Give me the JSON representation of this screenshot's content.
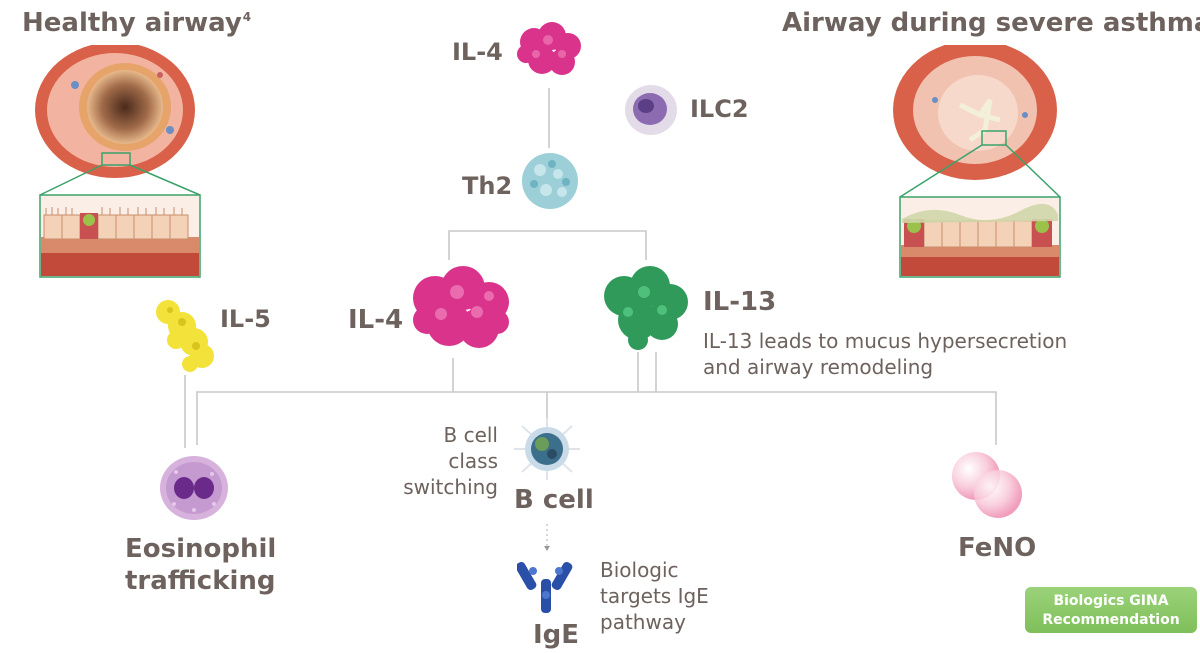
{
  "headers": {
    "healthy_airway": "Healthy airway",
    "healthy_airway_ref": "4",
    "severe_airway": "Airway during severe asthma",
    "severe_airway_ref": "4"
  },
  "nodes": {
    "il4_top": "IL-4",
    "ilc2": "ILC2",
    "th2": "Th2",
    "il4_mid": "IL-4",
    "il13": "IL-13",
    "il5": "IL-5",
    "b_cell": "B cell",
    "ige": "IgE",
    "eosinophil": [
      "Eosinophil",
      "trafficking"
    ],
    "feno": "FeNO"
  },
  "annotations": {
    "il13_note": [
      "IL-13 leads to mucus hypersecretion",
      "and airway remodeling"
    ],
    "b_cell_note": [
      "B cell class",
      "switching"
    ],
    "ige_note": [
      "Biologic",
      "targets IgE",
      "pathway"
    ]
  },
  "button": {
    "gina_label": [
      "Biologics GINA",
      "Recommendation"
    ]
  },
  "colors": {
    "text": "#6d625d",
    "connector": "#c8c8c8",
    "il4": "#d9338c",
    "il13": "#2f9a5a",
    "il5": "#f3e23a",
    "th2": "#9ccfd8",
    "ilc2": "#8c6bb0",
    "eosinophil": "#b98ac4",
    "ige": "#2a4fa8",
    "feno": "#f4a6c2",
    "airway_muscle": "#d9614a",
    "inset_border": "#3aa26a",
    "gina_button": "#8bc867"
  }
}
